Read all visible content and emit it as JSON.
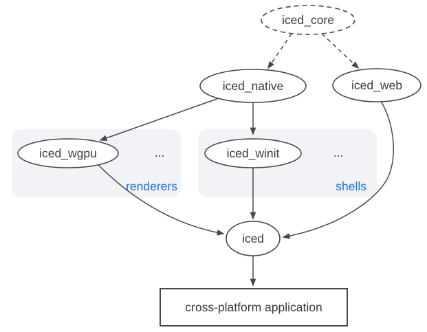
{
  "colors": {
    "accent": "#1a73e8",
    "stroke": "#45484c",
    "text": "#383b3e",
    "group_fill": "#f1f3f6",
    "background": "#ffffff"
  },
  "nodes": {
    "iced_core": {
      "label": "iced_core"
    },
    "iced_native": {
      "label": "iced_native"
    },
    "iced_web": {
      "label": "iced_web"
    },
    "iced_wgpu": {
      "label": "iced_wgpu"
    },
    "iced_winit": {
      "label": "iced_winit"
    },
    "iced": {
      "label": "iced"
    },
    "application": {
      "label": "cross-platform application"
    }
  },
  "groups": {
    "renderers": {
      "label": "renderers",
      "ellipsis": "..."
    },
    "shells": {
      "label": "shells",
      "ellipsis": "..."
    }
  },
  "edges": [
    {
      "from": "iced_core",
      "to": "iced_native",
      "style": "dashed"
    },
    {
      "from": "iced_core",
      "to": "iced_web",
      "style": "dashed"
    },
    {
      "from": "iced_native",
      "to": "iced_wgpu",
      "style": "solid"
    },
    {
      "from": "iced_native",
      "to": "iced_winit",
      "style": "solid"
    },
    {
      "from": "iced_wgpu",
      "to": "iced",
      "style": "solid"
    },
    {
      "from": "iced_winit",
      "to": "iced",
      "style": "solid"
    },
    {
      "from": "iced_web",
      "to": "iced",
      "style": "solid"
    },
    {
      "from": "iced",
      "to": "application",
      "style": "solid"
    }
  ]
}
